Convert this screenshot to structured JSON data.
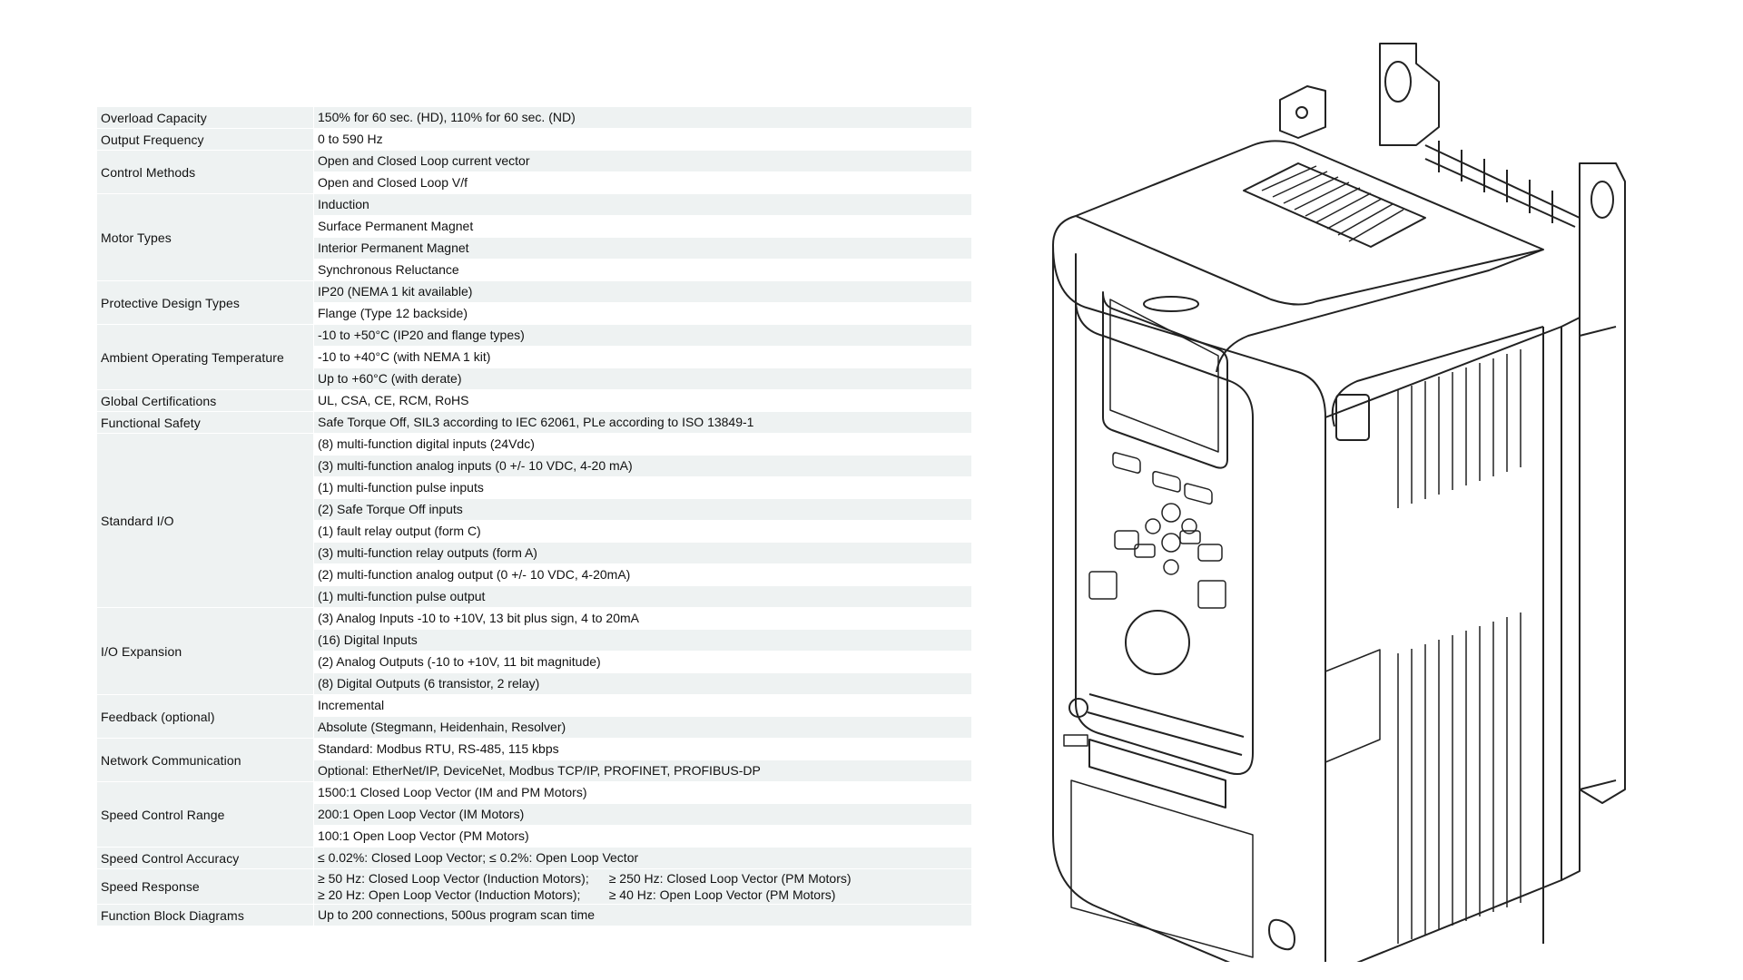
{
  "specs": {
    "rows": [
      {
        "label": "Overload Capacity",
        "values": [
          "150% for 60 sec. (HD), 110% for 60 sec. (ND)"
        ]
      },
      {
        "label": "Output Frequency",
        "values": [
          "0 to 590 Hz"
        ]
      },
      {
        "label": "Control Methods",
        "values": [
          "Open and Closed Loop current vector",
          "Open and Closed Loop V/f"
        ]
      },
      {
        "label": "Motor Types",
        "values": [
          "Induction",
          "Surface Permanent Magnet",
          "Interior Permanent Magnet",
          "Synchronous Reluctance"
        ]
      },
      {
        "label": "Protective Design Types",
        "values": [
          "IP20 (NEMA 1 kit available)",
          "Flange (Type 12 backside)"
        ]
      },
      {
        "label": "Ambient Operating Temperature",
        "values": [
          "-10 to +50°C (IP20 and flange types)",
          "-10 to +40°C (with NEMA 1 kit)",
          "Up to +60°C (with derate)"
        ]
      },
      {
        "label": "Global Certifications",
        "values": [
          "UL, CSA, CE, RCM, RoHS"
        ]
      },
      {
        "label": "Functional Safety",
        "values": [
          "Safe Torque Off, SIL3 according to IEC 62061, PLe according to ISO 13849-1"
        ]
      },
      {
        "label": "Standard I/O",
        "values": [
          "(8) multi-function digital inputs (24Vdc)",
          "(3) multi-function analog inputs (0 +/- 10 VDC, 4-20 mA)",
          "(1) multi-function pulse inputs",
          "(2) Safe Torque Off inputs",
          "(1) fault relay output (form C)",
          "(3) multi-function relay outputs (form A)",
          "(2) multi-function analog output (0 +/- 10 VDC, 4-20mA)",
          "(1) multi-function pulse output"
        ]
      },
      {
        "label": "I/O Expansion",
        "values": [
          "(3) Analog Inputs -10 to +10V, 13 bit plus sign, 4 to 20mA",
          "(16) Digital Inputs",
          "(2) Analog Outputs (-10 to +10V, 11 bit magnitude)",
          "(8) Digital Outputs (6 transistor, 2 relay)"
        ]
      },
      {
        "label": "Feedback (optional)",
        "values": [
          "Incremental",
          "Absolute (Stegmann, Heidenhain, Resolver)"
        ]
      },
      {
        "label": "Network Communication",
        "values": [
          "Standard: Modbus RTU, RS-485, 115 kbps",
          "Optional: EtherNet/IP, DeviceNet, Modbus TCP/IP, PROFINET, PROFIBUS-DP"
        ]
      },
      {
        "label": "Speed Control Range",
        "values": [
          "1500:1 Closed Loop Vector (IM and PM Motors)",
          "200:1 Open Loop Vector (IM Motors)",
          "100:1 Open Loop Vector (PM Motors)"
        ]
      },
      {
        "label": "Speed Control Accuracy",
        "values": [
          "≤ 0.02%: Closed Loop Vector; ≤ 0.2%: Open Loop Vector"
        ]
      }
    ],
    "speed_response": {
      "label": "Speed Response",
      "col1": [
        "≥ 50 Hz: Closed Loop Vector (Induction Motors);",
        "≥ 20 Hz: Open Loop Vector (Induction Motors);"
      ],
      "col2": [
        "≥ 250 Hz: Closed Loop Vector (PM Motors)",
        "≥ 40 Hz: Open Loop Vector (PM Motors)"
      ]
    },
    "function_block": {
      "label": "Function Block Diagrams",
      "values": [
        "Up to 200 connections, 500us program scan time"
      ]
    }
  },
  "colors": {
    "row_shade": "#eef2f2",
    "line": "#222222"
  },
  "illustration": {
    "icon": "ac-drive-icon"
  }
}
